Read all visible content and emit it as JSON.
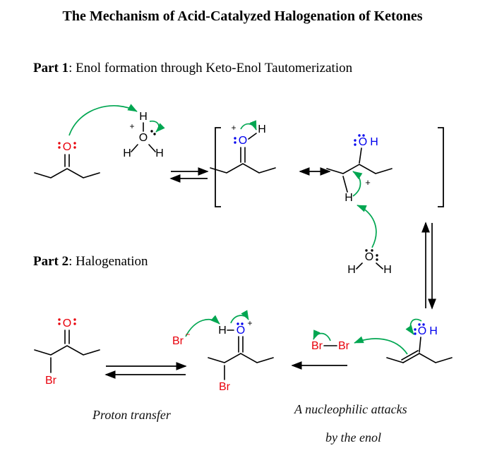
{
  "title": "The Mechanism of Acid-Catalyzed Halogenation of Ketones",
  "part1": {
    "label_bold": "Part 1",
    "label_rest": ": Enol formation through Keto-Enol Tautomerization"
  },
  "part2": {
    "label_bold": "Part 2",
    "label_rest": ": Halogenation"
  },
  "captions": {
    "proton_transfer": "Proton transfer",
    "nucleophile_line1": "A nucleophilic attacks",
    "nucleophile_line2": "by the enol"
  },
  "atoms": {
    "O": "O",
    "H": "H",
    "Br": "Br",
    "plus": "+",
    "minus": "−"
  },
  "colors": {
    "structure": "#000000",
    "oxygen": "#e8000b",
    "bromine": "#e8000b",
    "hydroxyl": "#0000ee",
    "arrow": "#00a651"
  }
}
